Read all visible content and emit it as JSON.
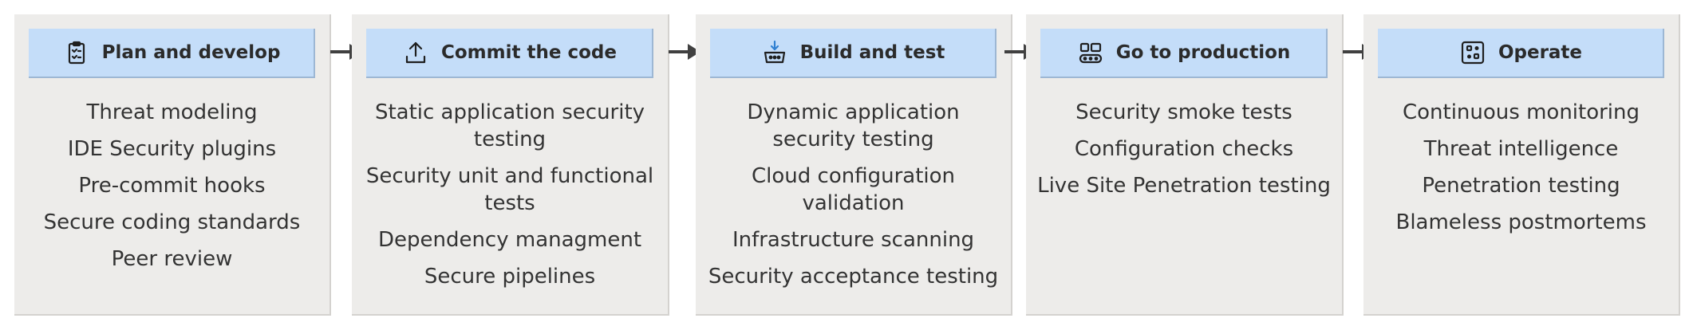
{
  "colors": {
    "card_background": "#edecea",
    "header_background": "#c4ddf9",
    "arrow": "#404040",
    "text": "#333333"
  },
  "stages": [
    {
      "title": "Plan and develop",
      "icon": "clipboard-checklist-icon",
      "items": [
        "Threat modeling",
        "IDE Security plugins",
        "Pre-commit hooks",
        "Secure coding standards",
        "Peer review"
      ]
    },
    {
      "title": "Commit the code",
      "icon": "upload-icon",
      "items": [
        "Static application security testing",
        "Security unit and functional tests",
        "Dependency managment",
        "Secure pipelines"
      ]
    },
    {
      "title": "Build and test",
      "icon": "build-bucket-icon",
      "items": [
        "Dynamic application security testing",
        "Cloud configuration validation",
        "Infrastructure scanning",
        "Security acceptance testing"
      ]
    },
    {
      "title": "Go to production",
      "icon": "production-release-icon",
      "items": [
        "Security smoke tests",
        "Configuration checks",
        "Live Site Penetration testing"
      ]
    },
    {
      "title": "Operate",
      "icon": "operate-dashboard-icon",
      "items": [
        "Continuous monitoring",
        "Threat intelligence",
        "Penetration testing",
        "Blameless postmortems"
      ]
    }
  ]
}
